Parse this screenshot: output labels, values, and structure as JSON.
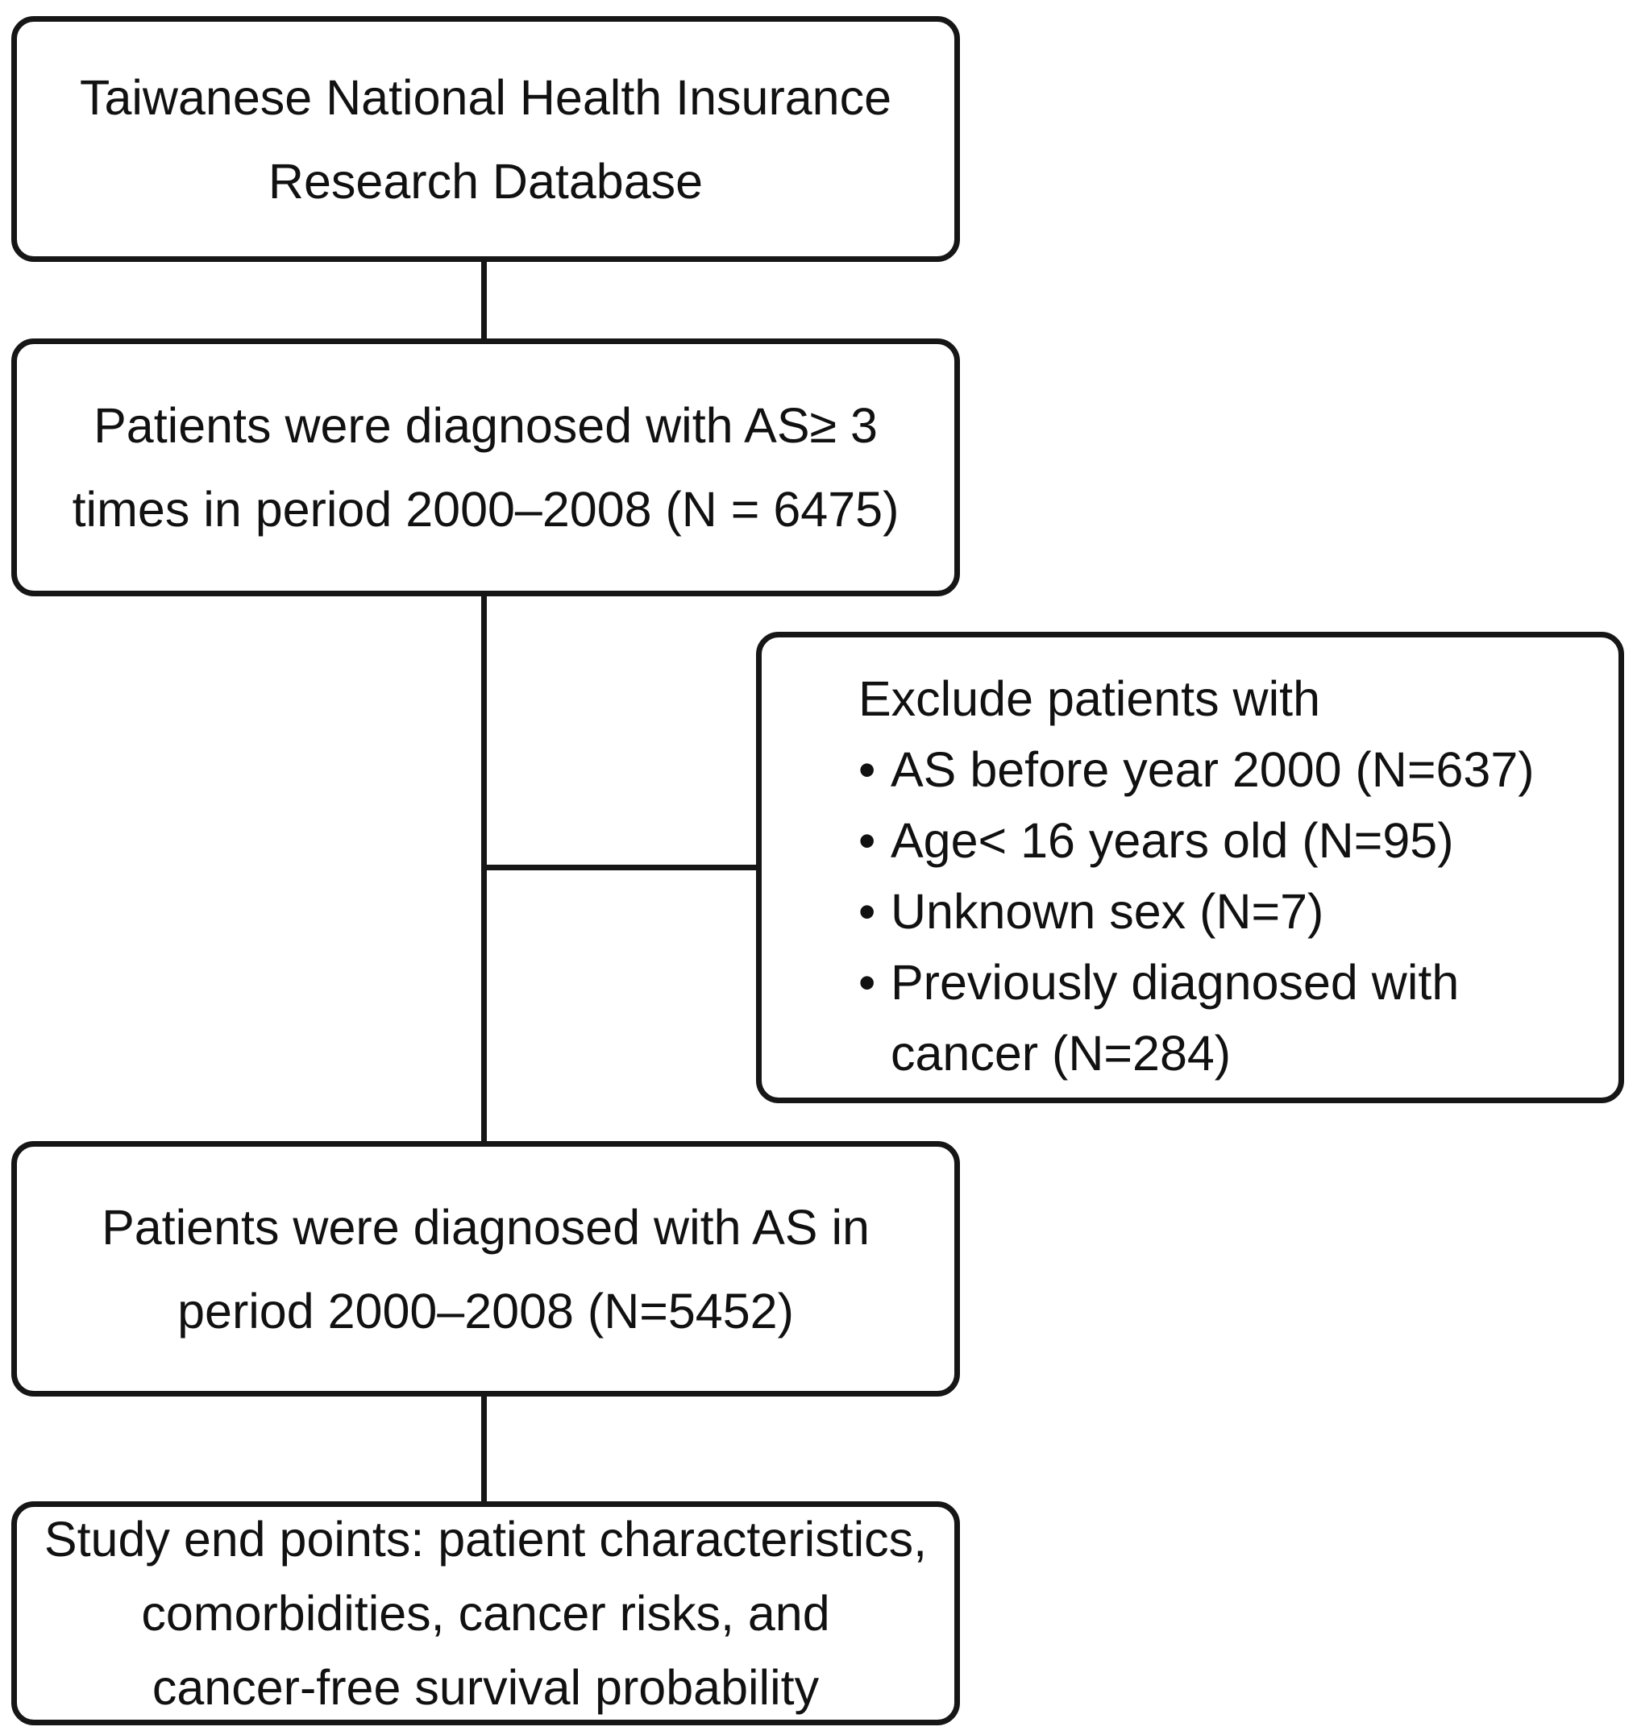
{
  "figure": {
    "type": "flowchart",
    "colors": {
      "background": "#ffffff",
      "line": "#161616",
      "text": "#111111"
    },
    "boxes": {
      "box1": {
        "lines": [
          "Taiwanese National Health Insurance",
          "Research Database"
        ]
      },
      "box2": {
        "lines": [
          "Patients were diagnosed with AS≥ 3",
          "times in period 2000–2008 (N = 6475)"
        ]
      },
      "exclude": {
        "heading": "Exclude patients with",
        "items": [
          {
            "bullet": "•",
            "lines": [
              "AS before year 2000 (N=637)"
            ]
          },
          {
            "bullet": "•",
            "lines": [
              "Age< 16 years old (N=95)"
            ]
          },
          {
            "bullet": "•",
            "lines": [
              "Unknown sex (N=7)"
            ]
          },
          {
            "bullet": "•",
            "lines": [
              "Previously diagnosed with",
              "cancer (N=284)"
            ]
          }
        ]
      },
      "box4": {
        "lines": [
          "Patients were diagnosed with AS in",
          "period 2000–2008 (N=5452)"
        ]
      },
      "box5": {
        "lines": [
          "Study end points: patient characteristics,",
          "comorbidities, cancer risks, and",
          "cancer-free survival probability"
        ]
      }
    }
  }
}
